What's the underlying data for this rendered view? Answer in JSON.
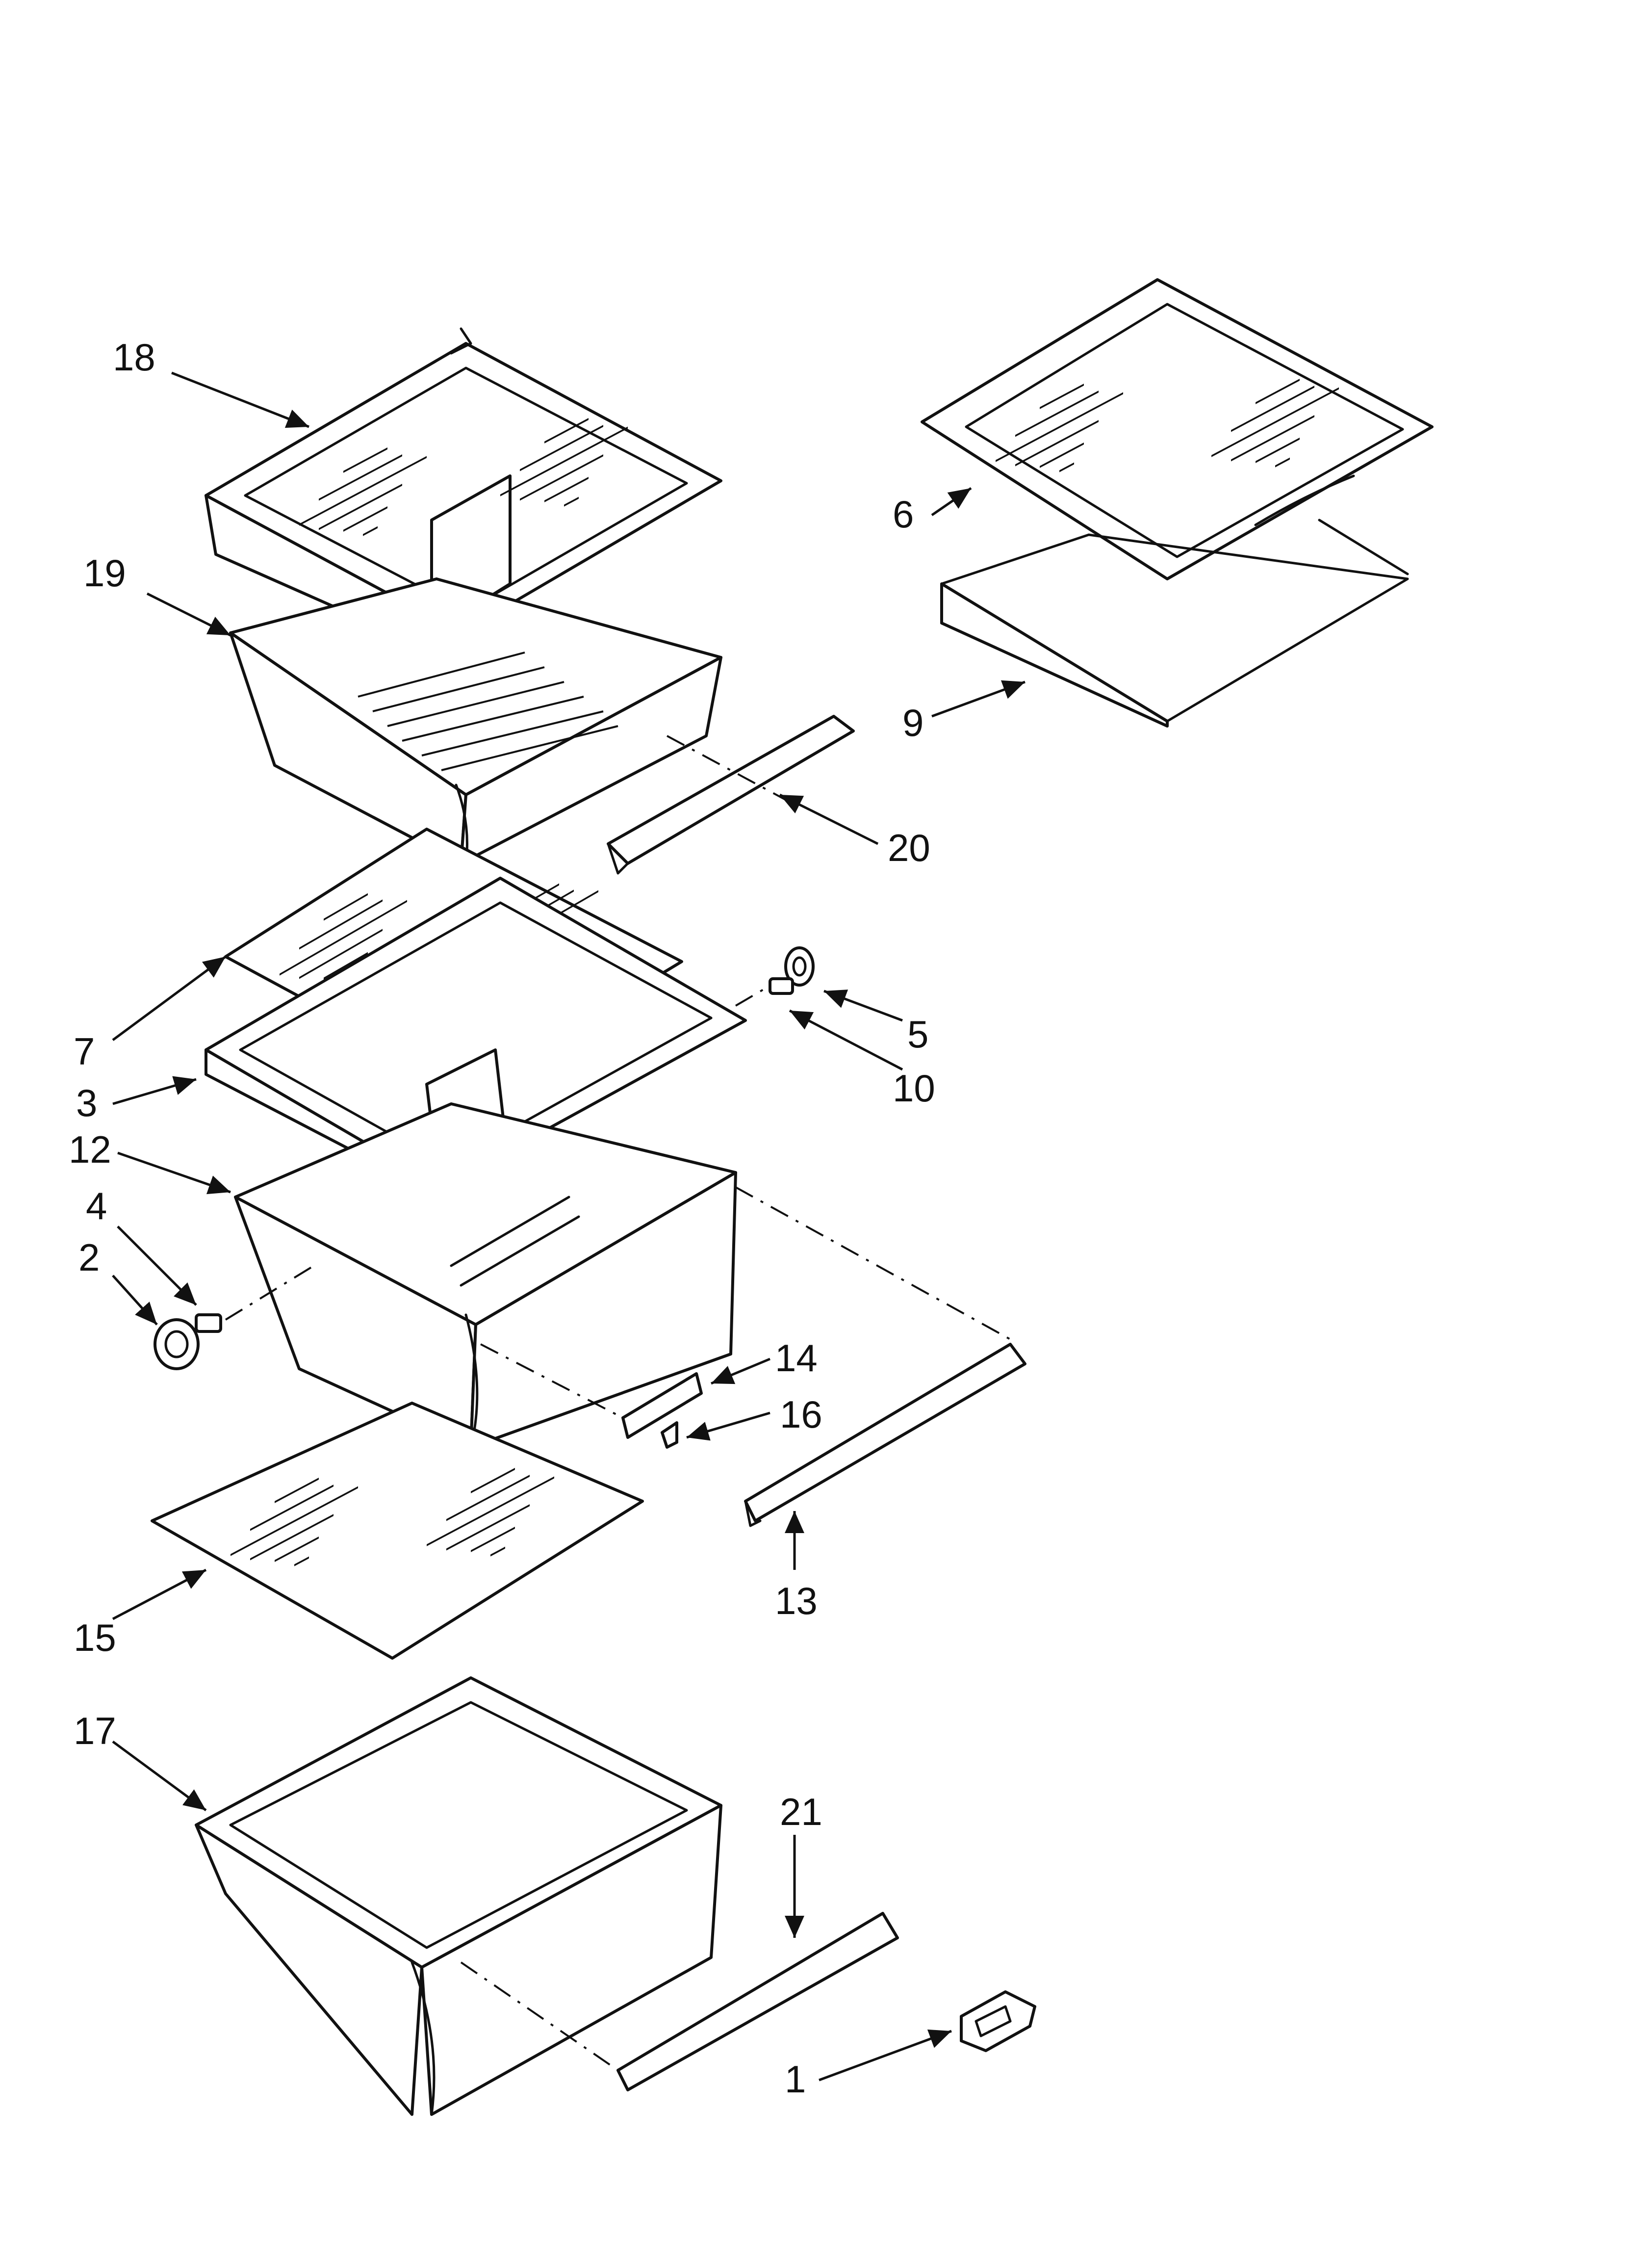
{
  "callouts": {
    "c1": "1",
    "c2": "2",
    "c3": "3",
    "c4": "4",
    "c5": "5",
    "c6": "6",
    "c7": "7",
    "c9": "9",
    "c10": "10",
    "c12": "12",
    "c13": "13",
    "c14": "14",
    "c15": "15",
    "c16": "16",
    "c17": "17",
    "c18": "18",
    "c19": "19",
    "c20": "20",
    "c21": "21"
  }
}
